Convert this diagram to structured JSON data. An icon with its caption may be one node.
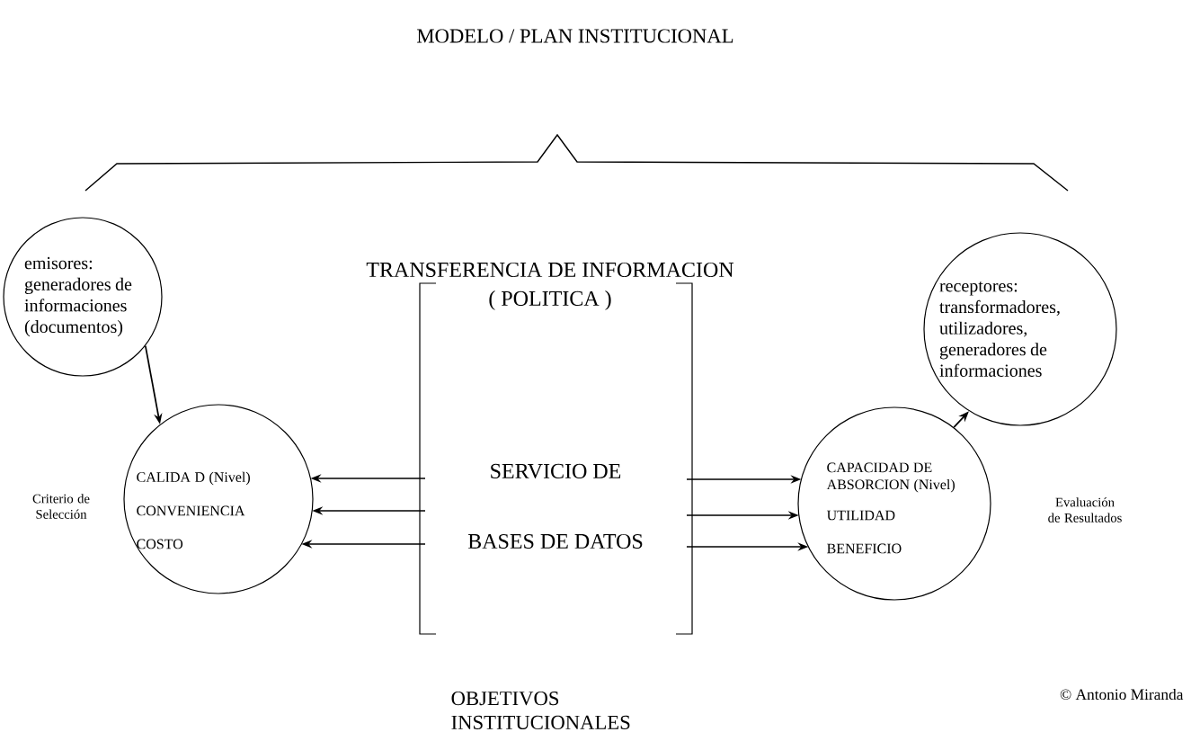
{
  "diagram": {
    "title": "MODELO / PLAN INSTITUCIONAL",
    "nodes": [
      {
        "text": [
          "emisores: generadores de informaciones (documentos)"
        ]
      },
      {
        "text": [],
        "shape": "circle"
      },
      {
        "text": [
          "CALIDA D (Nivel)"
        ],
        "in": 1
      },
      {
        "text": [
          "CONVENIENCIA"
        ],
        "in": 1
      },
      {
        "text": [
          "COSTO"
        ],
        "in": 1
      },
      {
        "text": [
          "SERVICIO DE",
          "BASES DE DATOS"
        ]
      },
      {
        "text": [],
        "shape": "circle"
      },
      {
        "text": [
          "CAPACIDAD DE ABSORCION (Nivel)"
        ],
        "in": 6
      },
      {
        "text": [
          "UTILIDAD"
        ],
        "in": 6
      },
      {
        "text": [
          "BENEFICIO"
        ],
        "in": 6
      },
      {
        "text": [
          "receptores: transformadores, utilizadores, generadores de informaciones"
        ]
      }
    ],
    "edges": [
      {
        "from": 0,
        "to": 1,
        "arrow": "to"
      },
      {
        "from": 5,
        "to": 1,
        "arrow": "to"
      },
      {
        "from": 5,
        "to": 1,
        "arrow": "to"
      },
      {
        "from": 5,
        "to": 1,
        "arrow": "to"
      },
      {
        "from": 5,
        "to": 6,
        "arrow": "to"
      },
      {
        "from": 5,
        "to": 6,
        "arrow": "to"
      },
      {
        "from": 5,
        "to": 6,
        "arrow": "to"
      },
      {
        "from": 6,
        "to": 10,
        "arrow": "to"
      }
    ],
    "labels": [
      "TRANSFERENCIA DE INFORMACION",
      "( POLITICA )",
      "Criterio de Selección",
      "Evaluación de Resultados",
      "OBJETIVOS INSTITUCIONALES",
      "© Antonio Miranda"
    ]
  }
}
